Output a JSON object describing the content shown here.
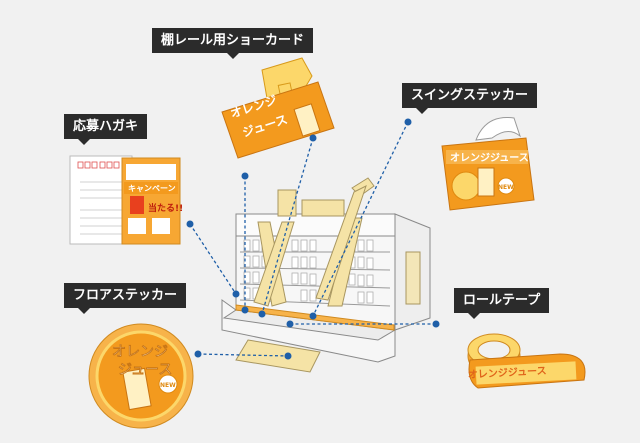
{
  "labels": {
    "shelf_card": "棚レール用ショーカード",
    "swing_sticker": "スイングステッカー",
    "postcard": "応募ハガキ",
    "floor_sticker": "フロアステッカー",
    "roll_tape": "ロールテープ"
  },
  "product": {
    "name_line1": "オレンジ",
    "name_line2": "ジュース",
    "name_full": "オレンジジュース",
    "badge": "NEW"
  },
  "postcard_flyer": {
    "banner": "キャンペーン",
    "hit": "当たる!!"
  },
  "colors": {
    "label_bg": "#2b2b2b",
    "orange": "#f39a1e",
    "pointer": "#1f5fa8",
    "background": "#f1f1f1"
  }
}
